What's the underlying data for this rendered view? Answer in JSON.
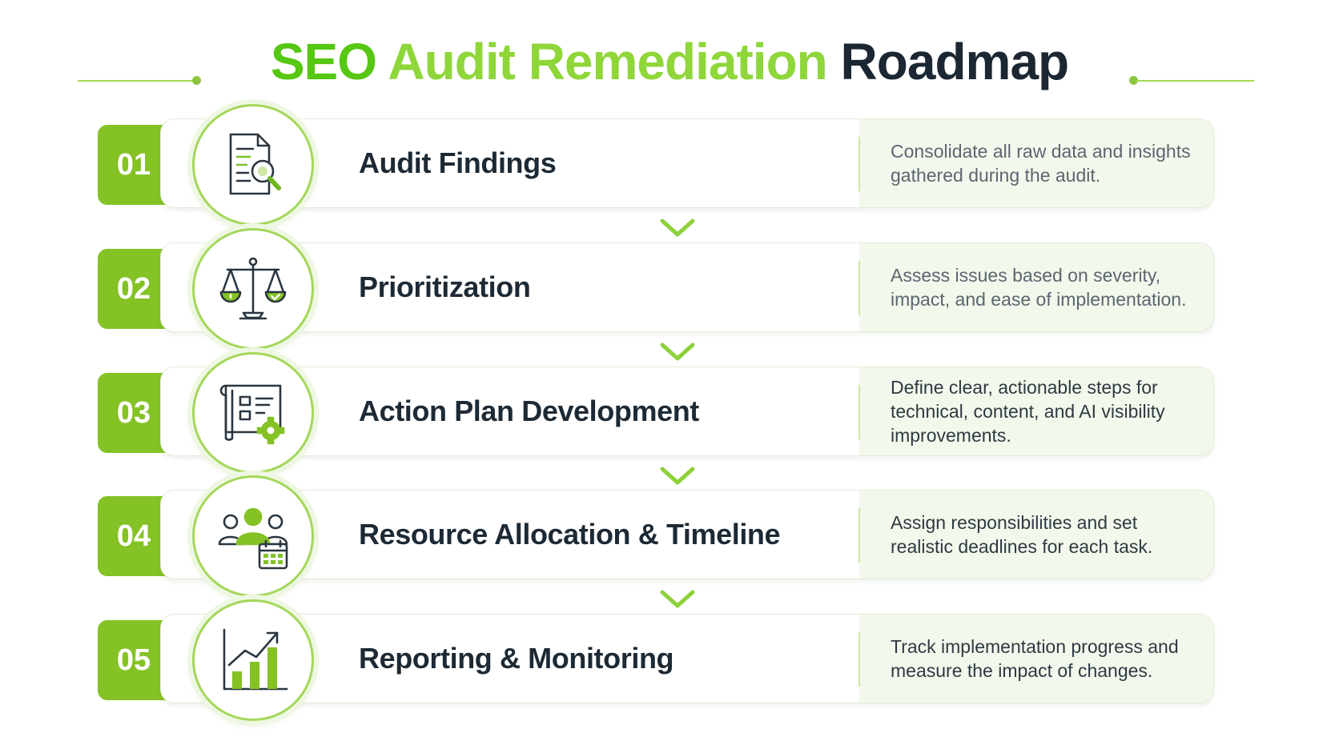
{
  "header": {
    "title_part1": "SEO",
    "title_part2": "Audit Remediation",
    "title_part3": "Roadmap"
  },
  "colors": {
    "accent": "#84c225",
    "accent_light": "#a4d75a",
    "title_dark": "#1b2733",
    "desc_bg": "#f3f8ec"
  },
  "steps": [
    {
      "number": "01",
      "title": "Audit Findings",
      "description": "Consolidate all raw data and insights gathered during the audit.",
      "icon": "document-magnifier-icon"
    },
    {
      "number": "02",
      "title": "Prioritization",
      "description": "Assess issues based on severity, impact, and ease of implementation.",
      "icon": "balance-scale-icon"
    },
    {
      "number": "03",
      "title": "Action Plan Development",
      "description": "Define clear, actionable steps for technical, content, and AI visibility improvements.",
      "icon": "blueprint-gear-icon"
    },
    {
      "number": "04",
      "title": "Resource Allocation & Timeline",
      "description": "Assign responsibilities and set realistic deadlines for each task.",
      "icon": "team-calendar-icon"
    },
    {
      "number": "05",
      "title": "Reporting & Monitoring",
      "description": "Track implementation progress and measure the impact of changes.",
      "icon": "growth-chart-icon"
    }
  ]
}
